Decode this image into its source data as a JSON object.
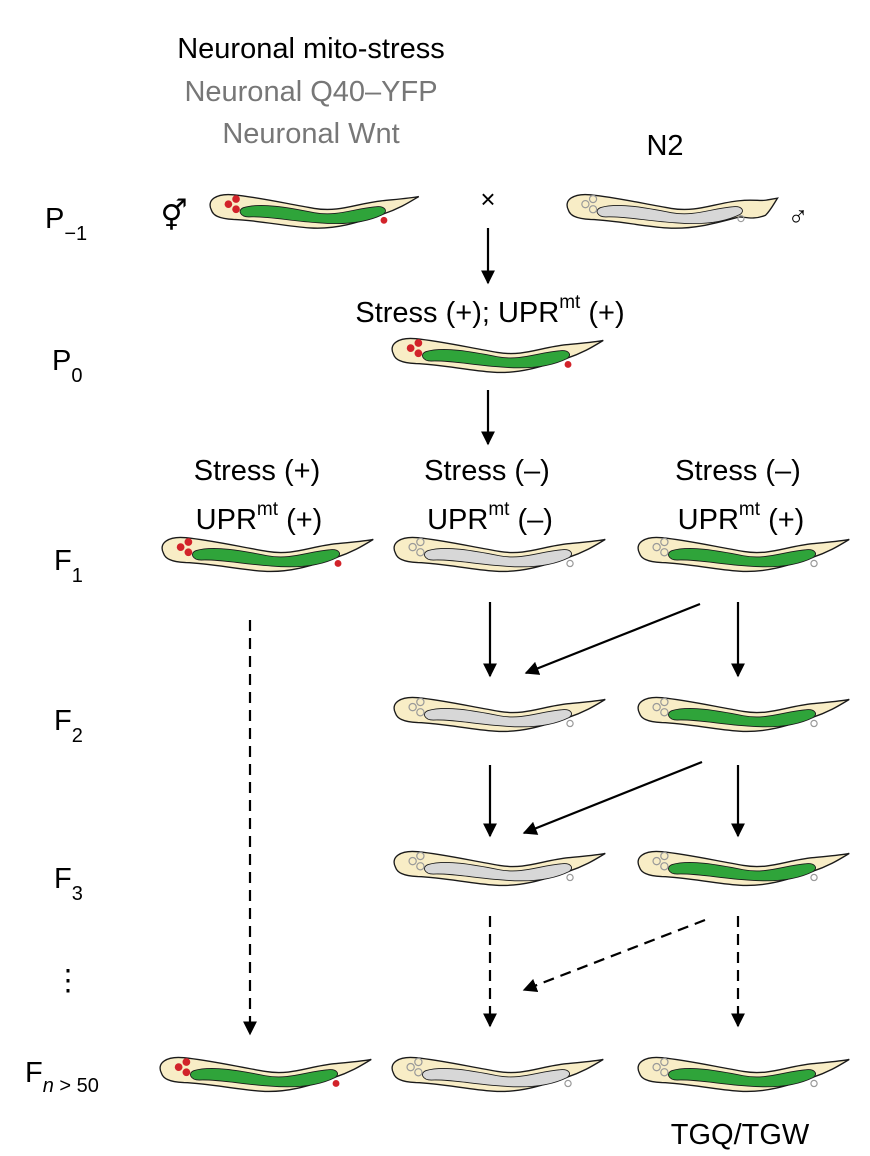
{
  "header": {
    "line1": "Neuronal mito-stress",
    "line2": "Neuronal Q40–YFP",
    "line3": "Neuronal Wnt",
    "partner": "N2",
    "cross_symbol": "×",
    "hermaphrodite_symbol": "⚥",
    "male_symbol": "♂"
  },
  "generations": {
    "p_minus1": {
      "base": "P",
      "sub": "−1"
    },
    "p0": {
      "base": "P",
      "sub": "0"
    },
    "f1": {
      "base": "F",
      "sub": "1"
    },
    "f2": {
      "base": "F",
      "sub": "2"
    },
    "f3": {
      "base": "F",
      "sub": "3"
    },
    "ellipsis": "⋮",
    "fn": {
      "base": "F",
      "sub_italic": "n",
      "sub_rest": " > 50"
    }
  },
  "p0_label": {
    "stress": "Stress (+); UPR",
    "sup": "mt",
    "tail": " (+)"
  },
  "f1_labels": [
    {
      "stress": "Stress (+)",
      "upr": "UPR",
      "sup": "mt",
      "upr_state": " (+)"
    },
    {
      "stress": "Stress (–)",
      "upr": "UPR",
      "sup": "mt",
      "upr_state": " (–)"
    },
    {
      "stress": "Stress (–)",
      "upr": "UPR",
      "sup": "mt",
      "upr_state": " (+)"
    }
  ],
  "footer": "TGQ/TGW",
  "colors": {
    "worm_body": "#f8edc6",
    "gut_green": "#2fa43a",
    "gut_gray": "#d7d7d7",
    "neuron_red": "#d2232a",
    "outline": "#1a1a1a",
    "header_gray": "#777777"
  }
}
